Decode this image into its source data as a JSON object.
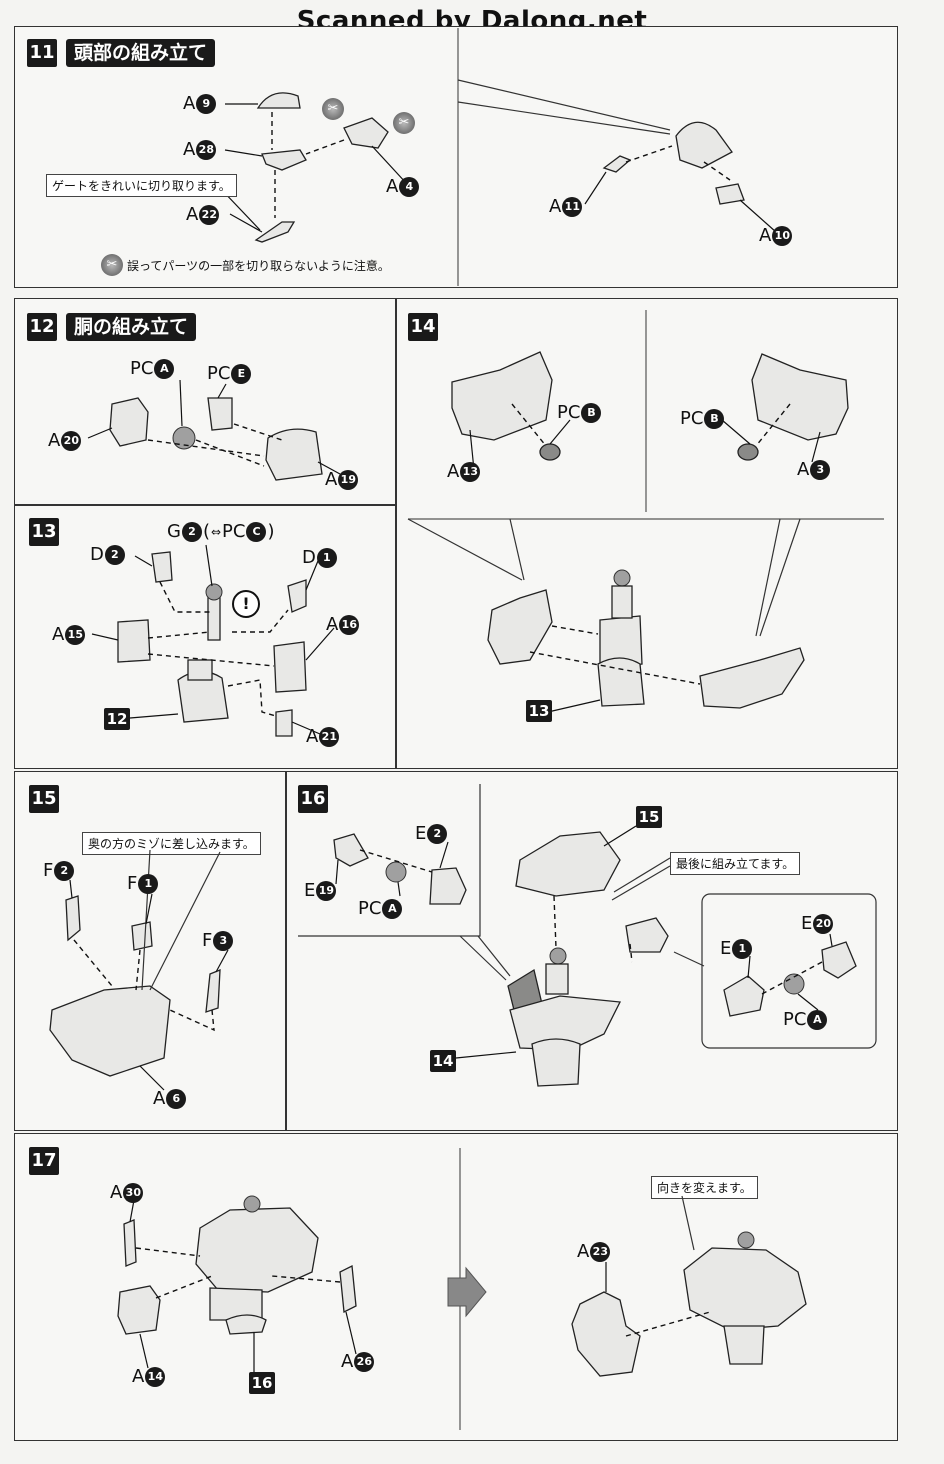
{
  "watermark": "Scanned by Dalong.net",
  "steps": {
    "s11": {
      "num": "11",
      "title": "頭部の組み立て"
    },
    "s12": {
      "num": "12",
      "title": "胴の組み立て"
    },
    "s13": {
      "num": "13"
    },
    "s14": {
      "num": "14"
    },
    "s15": {
      "num": "15"
    },
    "s16": {
      "num": "16"
    },
    "s17": {
      "num": "17"
    }
  },
  "labels": {
    "s11": {
      "a9": {
        "prefix": "A",
        "num": "9"
      },
      "a28": {
        "prefix": "A",
        "num": "28"
      },
      "a4": {
        "prefix": "A",
        "num": "4"
      },
      "a22": {
        "prefix": "A",
        "num": "22"
      },
      "a11": {
        "prefix": "A",
        "num": "11"
      },
      "a10": {
        "prefix": "A",
        "num": "10"
      },
      "gate_note": "ゲートをきれいに切り取ります。",
      "caution_note": "誤ってパーツの一部を切り取らないように注意。"
    },
    "s12": {
      "pca": {
        "prefix": "PC",
        "num": "A"
      },
      "pce": {
        "prefix": "PC",
        "num": "E"
      },
      "a20": {
        "prefix": "A",
        "num": "20"
      },
      "a19": {
        "prefix": "A",
        "num": "19"
      }
    },
    "s13": {
      "g2": {
        "prefix": "G",
        "num": "2",
        "suffix_open": "(",
        "pc": "PC",
        "pcnum": "C",
        "suffix_close": ")"
      },
      "d2": {
        "prefix": "D",
        "num": "2"
      },
      "d1": {
        "prefix": "D",
        "num": "1"
      },
      "a15": {
        "prefix": "A",
        "num": "15"
      },
      "a16": {
        "prefix": "A",
        "num": "16"
      },
      "a21": {
        "prefix": "A",
        "num": "21"
      },
      "ref12": "12",
      "excl": "!"
    },
    "s14": {
      "a13": {
        "prefix": "A",
        "num": "13"
      },
      "pcb1": {
        "prefix": "PC",
        "num": "B"
      },
      "pcb2": {
        "prefix": "PC",
        "num": "B"
      },
      "a3": {
        "prefix": "A",
        "num": "3"
      },
      "ref13": "13"
    },
    "s15": {
      "note": "奥の方のミゾに差し込みます。",
      "f2": {
        "prefix": "F",
        "num": "2"
      },
      "f1": {
        "prefix": "F",
        "num": "1"
      },
      "f3": {
        "prefix": "F",
        "num": "3"
      },
      "a6": {
        "prefix": "A",
        "num": "6"
      }
    },
    "s16": {
      "e2": {
        "prefix": "E",
        "num": "2"
      },
      "e19": {
        "prefix": "E",
        "num": "19"
      },
      "pca1": {
        "prefix": "PC",
        "num": "A"
      },
      "ref15": "15",
      "note": "最後に組み立てます。",
      "e20": {
        "prefix": "E",
        "num": "20"
      },
      "e1": {
        "prefix": "E",
        "num": "1"
      },
      "pca2": {
        "prefix": "PC",
        "num": "A"
      },
      "ref14": "14"
    },
    "s17": {
      "a30": {
        "prefix": "A",
        "num": "30"
      },
      "a14": {
        "prefix": "A",
        "num": "14"
      },
      "a26": {
        "prefix": "A",
        "num": "26"
      },
      "ref16": "16",
      "note": "向きを変えます。",
      "a23": {
        "prefix": "A",
        "num": "23"
      }
    }
  }
}
